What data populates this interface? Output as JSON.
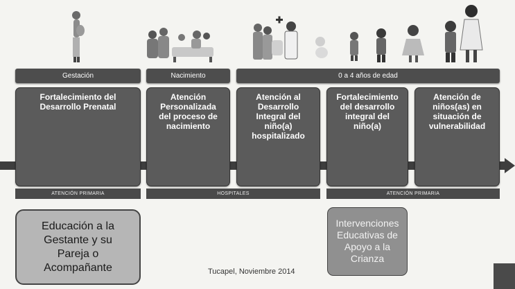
{
  "stages": {
    "gestacion": "Gestación",
    "nacimiento": "Nacimiento",
    "edad": "0 a 4 años de edad"
  },
  "boxes": [
    {
      "lines": [
        "Fortalecimiento del",
        "Desarrollo Prenatal"
      ]
    },
    {
      "lines": [
        "Atención",
        "Personalizada",
        "del proceso de",
        "nacimiento"
      ]
    },
    {
      "lines": [
        "Atención al",
        "Desarrollo",
        "Integral del",
        "niño(a)",
        "hospitalizado"
      ]
    },
    {
      "lines": [
        "Fortalecimiento",
        "del desarrollo",
        "integral del",
        "niño(a)"
      ]
    },
    {
      "lines": [
        "Atención de",
        "niños(as) en",
        "situación de",
        "vulnerabilidad"
      ]
    }
  ],
  "bands": {
    "primaria1": "ATENCIÓN PRIMARIA",
    "hospitales": "HOSPITALES",
    "primaria2": "ATENCIÓN PRIMARIA"
  },
  "education": {
    "gestante": [
      "Educación a la",
      "Gestante y su",
      "Pareja o",
      "Acompañante"
    ],
    "intervenciones": [
      "Intervenciones",
      "Educativas de",
      "Apoyo a la",
      "Crianza"
    ]
  },
  "footer": "Tucapel, Noviembre 2014"
}
